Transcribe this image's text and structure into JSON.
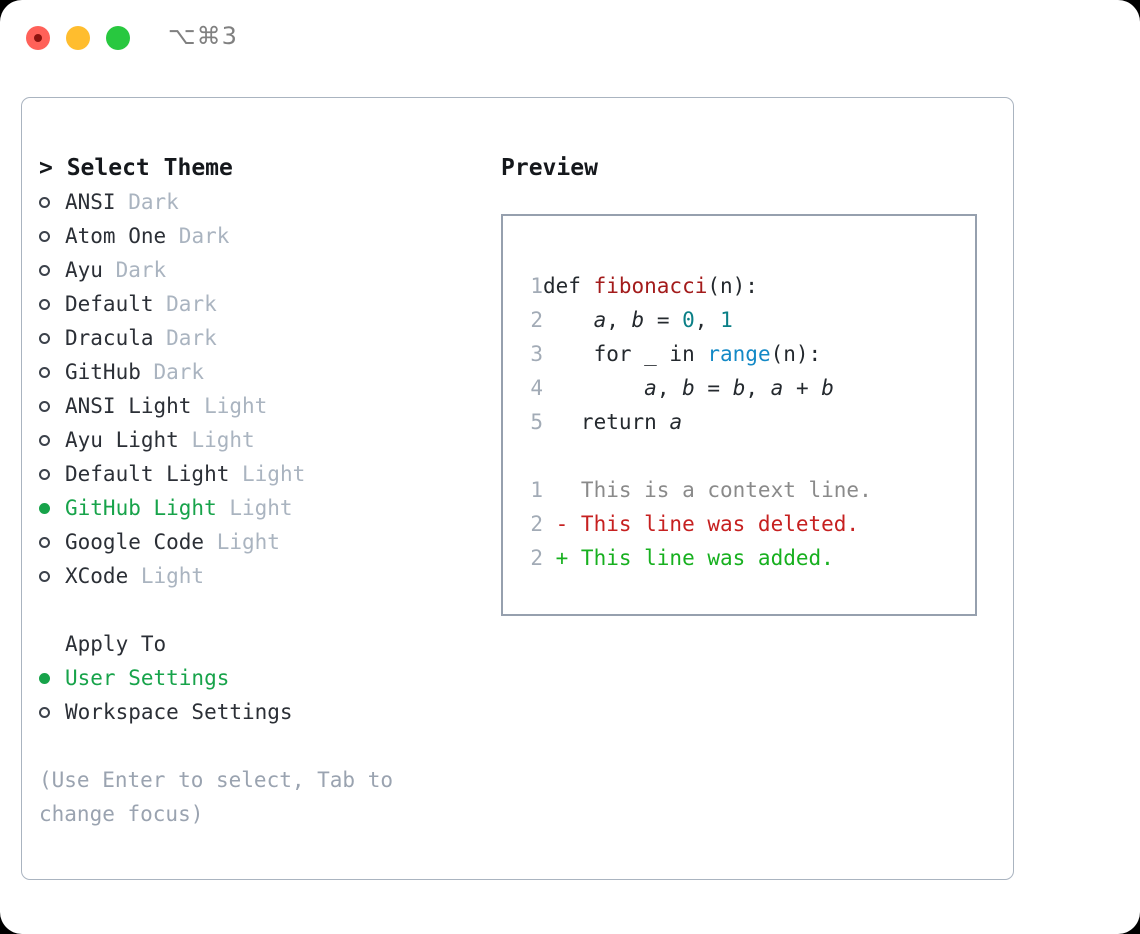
{
  "titlebar": {
    "shortcut": "⌥⌘3",
    "buttons": {
      "close": "close",
      "minimize": "minimize",
      "maximize": "maximize"
    },
    "colors": {
      "close": "#ff6159",
      "minimize": "#ffbd2e",
      "maximize": "#28c83f"
    }
  },
  "colors": {
    "accent_green": "#17a34a",
    "dim": "#aab4c0",
    "text": "#2b2f36",
    "border": "#aab4c0",
    "preview_border": "#96a0ae"
  },
  "theme_picker": {
    "header": "> Select Theme",
    "items": [
      {
        "name": "ANSI",
        "variant": "Dark",
        "selected": false
      },
      {
        "name": "Atom One",
        "variant": "Dark",
        "selected": false
      },
      {
        "name": "Ayu",
        "variant": "Dark",
        "selected": false
      },
      {
        "name": "Default",
        "variant": "Dark",
        "selected": false
      },
      {
        "name": "Dracula",
        "variant": "Dark",
        "selected": false
      },
      {
        "name": "GitHub",
        "variant": "Dark",
        "selected": false
      },
      {
        "name": "ANSI Light",
        "variant": "Light",
        "selected": false
      },
      {
        "name": "Ayu Light",
        "variant": "Light",
        "selected": false
      },
      {
        "name": "Default Light",
        "variant": "Light",
        "selected": false
      },
      {
        "name": "GitHub Light",
        "variant": "Light",
        "selected": true
      },
      {
        "name": "Google Code",
        "variant": "Light",
        "selected": false
      },
      {
        "name": "XCode",
        "variant": "Light",
        "selected": false
      }
    ]
  },
  "apply_to": {
    "header": "Apply To",
    "items": [
      {
        "name": "User Settings",
        "selected": true
      },
      {
        "name": "Workspace Settings",
        "selected": false
      }
    ]
  },
  "hint": "(Use Enter to select, Tab to change focus)",
  "preview": {
    "header": "Preview",
    "code_lines": [
      {
        "num": "1",
        "segments": [
          {
            "t": "def ",
            "c": "plain"
          },
          {
            "t": "fibonacci",
            "c": "fn"
          },
          {
            "t": "(n):",
            "c": "plain"
          }
        ]
      },
      {
        "num": "2",
        "segments": [
          {
            "t": "    ",
            "c": "plain"
          },
          {
            "t": "a",
            "c": "var"
          },
          {
            "t": ", ",
            "c": "plain"
          },
          {
            "t": "b",
            "c": "var"
          },
          {
            "t": " = ",
            "c": "plain"
          },
          {
            "t": "0",
            "c": "num"
          },
          {
            "t": ", ",
            "c": "plain"
          },
          {
            "t": "1",
            "c": "num"
          }
        ]
      },
      {
        "num": "3",
        "segments": [
          {
            "t": "    for _ in ",
            "c": "plain"
          },
          {
            "t": "range",
            "c": "call"
          },
          {
            "t": "(n):",
            "c": "plain"
          }
        ]
      },
      {
        "num": "4",
        "segments": [
          {
            "t": "        ",
            "c": "plain"
          },
          {
            "t": "a",
            "c": "var"
          },
          {
            "t": ", ",
            "c": "plain"
          },
          {
            "t": "b",
            "c": "var"
          },
          {
            "t": " = ",
            "c": "plain"
          },
          {
            "t": "b",
            "c": "var"
          },
          {
            "t": ", ",
            "c": "plain"
          },
          {
            "t": "a",
            "c": "var"
          },
          {
            "t": " + ",
            "c": "plain"
          },
          {
            "t": "b",
            "c": "var"
          }
        ]
      },
      {
        "num": "5",
        "segments": [
          {
            "t": "   return ",
            "c": "plain"
          },
          {
            "t": "a",
            "c": "var"
          }
        ]
      },
      {
        "num": "",
        "segments": [
          {
            "t": " ",
            "c": "plain"
          }
        ]
      },
      {
        "num": "1",
        "segments": [
          {
            "t": "   This is a context line.",
            "c": "ctx"
          }
        ]
      },
      {
        "num": "2",
        "segments": [
          {
            "t": " - This line was deleted.",
            "c": "del"
          }
        ]
      },
      {
        "num": "2",
        "segments": [
          {
            "t": " + This line was added.",
            "c": "add"
          }
        ]
      }
    ]
  }
}
